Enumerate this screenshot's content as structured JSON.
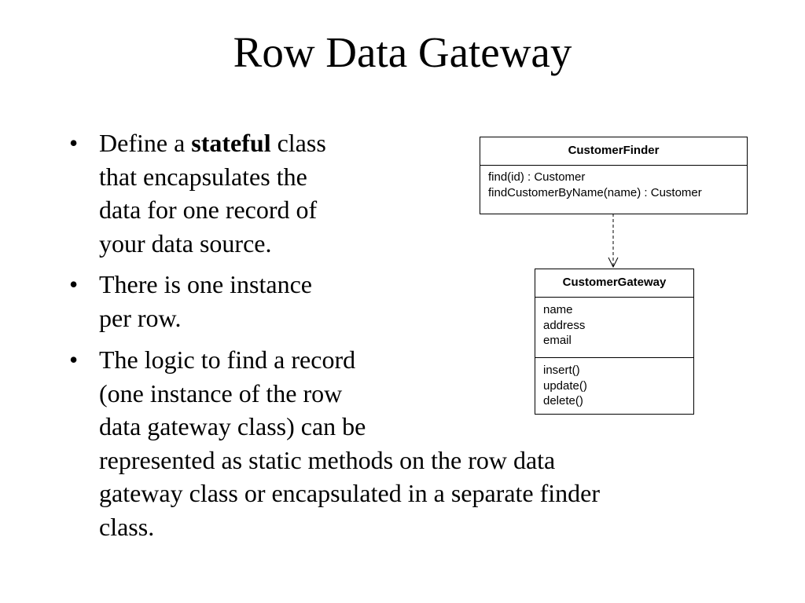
{
  "slide": {
    "title": "Row Data Gateway",
    "bullet_symbol": "•",
    "bullets": [
      {
        "lines": [
          {
            "before": "Define a ",
            "bold": "stateful",
            "after": " class"
          },
          "that encapsulates the",
          "data for one record of",
          "your data source."
        ]
      },
      {
        "lines": [
          "There is one instance",
          "per row."
        ]
      },
      {
        "lines": [
          "The logic to find a record",
          "(one instance of the row",
          "data gateway class) can be",
          "represented as static methods on the row data",
          "gateway class or encapsulated in a separate finder",
          "class."
        ]
      }
    ]
  },
  "diagram": {
    "finder": {
      "name": "CustomerFinder",
      "operations": [
        "find(id) : Customer",
        "findCustomerByName(name) : Customer"
      ]
    },
    "gateway": {
      "name": "CustomerGateway",
      "attributes": [
        "name",
        "address",
        "email"
      ],
      "operations": [
        "insert()",
        "update()",
        "delete()"
      ]
    }
  }
}
